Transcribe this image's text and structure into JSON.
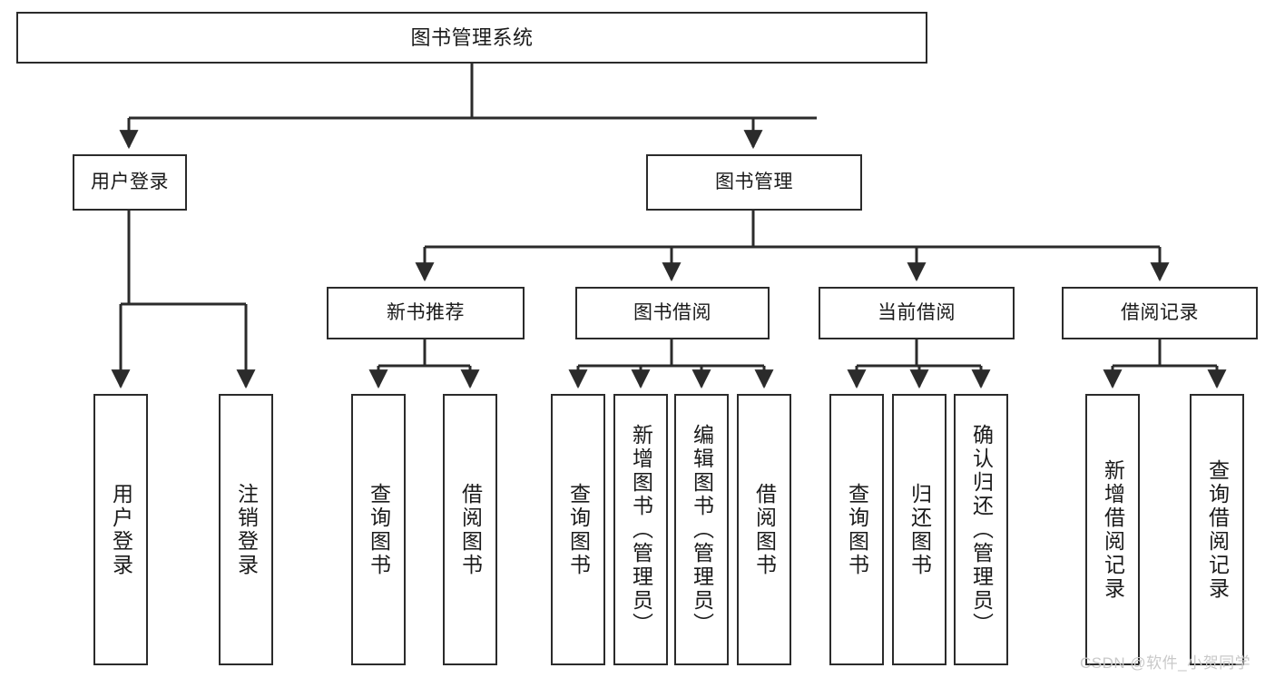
{
  "diagram": {
    "title": "图书管理系统",
    "stroke_color": "#2b2b2b",
    "fill_color": "#ffffff",
    "watermark": "CSDN @软件_小贺同学",
    "levels": {
      "root": {
        "label": "图书管理系统"
      },
      "level2": [
        {
          "label": "用户登录"
        },
        {
          "label": "图书管理"
        }
      ],
      "level3": [
        {
          "label": "新书推荐"
        },
        {
          "label": "图书借阅"
        },
        {
          "label": "当前借阅"
        },
        {
          "label": "借阅记录"
        }
      ],
      "leaves": {
        "user_login": [
          {
            "label": "用户登录"
          },
          {
            "label": "注销登录"
          }
        ],
        "new_book_recommend": [
          {
            "label": "查询图书"
          },
          {
            "label": "借阅图书"
          }
        ],
        "book_borrow": [
          {
            "label": "查询图书"
          },
          {
            "label": "新增图书（管理员）"
          },
          {
            "label": "编辑图书（管理员）"
          },
          {
            "label": "借阅图书"
          }
        ],
        "current_borrow": [
          {
            "label": "查询图书"
          },
          {
            "label": "归还图书"
          },
          {
            "label": "确认归还（管理员）"
          }
        ],
        "borrow_record": [
          {
            "label": "新增借阅记录"
          },
          {
            "label": "查询借阅记录"
          }
        ]
      }
    }
  }
}
